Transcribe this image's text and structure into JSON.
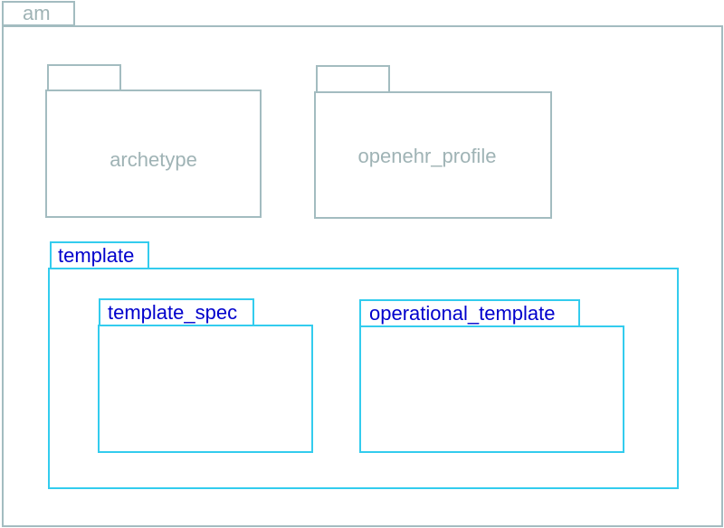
{
  "packages": {
    "am": {
      "label": "am"
    },
    "archetype": {
      "label": "archetype"
    },
    "openehr_profile": {
      "label": "openehr_profile"
    },
    "template": {
      "label": "template",
      "children": {
        "template_spec": {
          "label": "template_spec"
        },
        "operational_template": {
          "label": "operational_template"
        }
      }
    }
  },
  "colors": {
    "inactive_border": "#a3bcc0",
    "inactive_text": "#9fb3b5",
    "active_border": "#33ccee",
    "active_text": "#0000cc",
    "background": "#ffffff"
  }
}
